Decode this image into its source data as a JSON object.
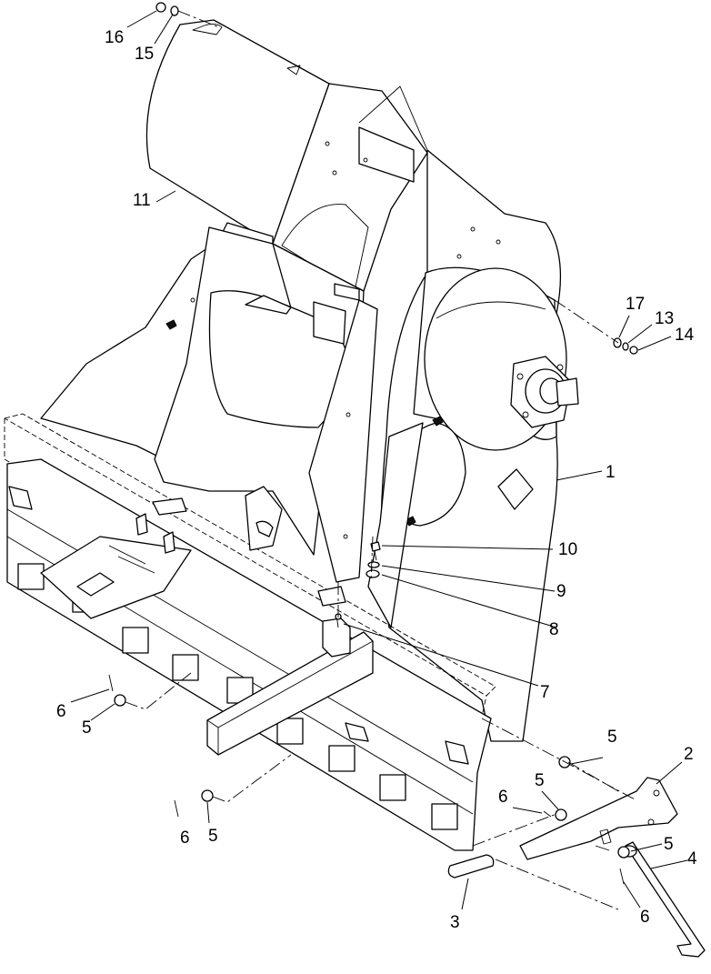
{
  "callouts": [
    {
      "id": "c16a",
      "label": "16"
    },
    {
      "id": "c15a",
      "label": "15"
    },
    {
      "id": "c11a",
      "label": "11"
    },
    {
      "id": "c17a",
      "label": "17"
    },
    {
      "id": "c13a",
      "label": "13"
    },
    {
      "id": "c14a",
      "label": "14"
    },
    {
      "id": "c1a",
      "label": "1"
    },
    {
      "id": "c10a",
      "label": "10"
    },
    {
      "id": "c9a",
      "label": "9"
    },
    {
      "id": "c8a",
      "label": "8"
    },
    {
      "id": "c7a",
      "label": "7"
    },
    {
      "id": "c6a",
      "label": "6"
    },
    {
      "id": "c5a",
      "label": "5"
    },
    {
      "id": "c5b",
      "label": "5"
    },
    {
      "id": "c2a",
      "label": "2"
    },
    {
      "id": "c6b",
      "label": "6"
    },
    {
      "id": "c5c",
      "label": "5"
    },
    {
      "id": "c5d",
      "label": "5"
    },
    {
      "id": "c4a",
      "label": "4"
    },
    {
      "id": "c6c",
      "label": "6"
    },
    {
      "id": "c5e",
      "label": "5"
    },
    {
      "id": "c3a",
      "label": "3"
    }
  ]
}
